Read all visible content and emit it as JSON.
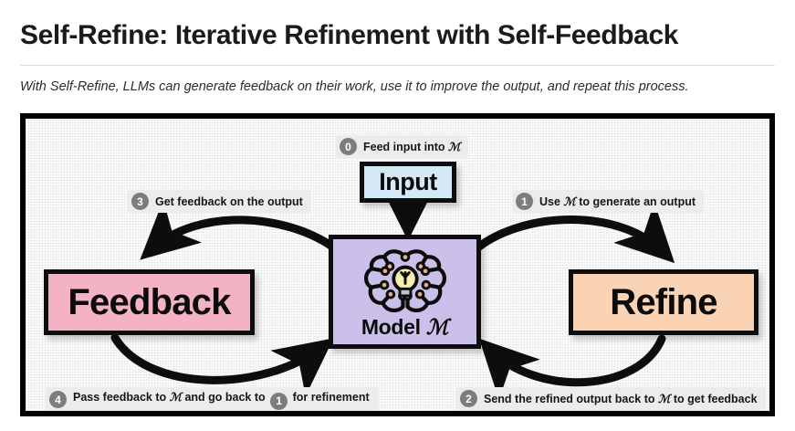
{
  "header": {
    "title": "Self-Refine: Iterative Refinement with Self-Feedback",
    "subtitle": "With Self-Refine, LLMs can generate feedback on their work, use it to improve the output, and repeat this process."
  },
  "diagram": {
    "nodes": {
      "input": {
        "label": "Input",
        "color": "#d5e8f5"
      },
      "model": {
        "label_prefix": "Model",
        "label_symbol": "ℳ",
        "color": "#cbc0ea",
        "icon": "brain-circuit-lightbulb-icon"
      },
      "feedback": {
        "label": "Feedback",
        "color": "#f4b3c5"
      },
      "refine": {
        "label": "Refine",
        "color": "#f9d3b4"
      }
    },
    "steps": [
      {
        "number": "0",
        "text_before": "Feed input into ",
        "symbol": "ℳ",
        "text_after": ""
      },
      {
        "number": "1",
        "text_before": "Use ",
        "symbol": "ℳ",
        "text_after": " to generate an output"
      },
      {
        "number": "2",
        "text_before": "Send the refined output back to ",
        "symbol": "ℳ",
        "text_after": " to get feedback"
      },
      {
        "number": "3",
        "text_before": "Get feedback on the output",
        "symbol": "",
        "text_after": ""
      },
      {
        "number": "4",
        "text_before": "Pass feedback to ",
        "symbol": "ℳ",
        "text_after": " and go back to ",
        "inline_badge": "1",
        "text_end": " for refinement"
      }
    ],
    "arrows": [
      {
        "name": "input-to-model",
        "from": "Input",
        "to": "Model"
      },
      {
        "name": "model-to-feedback",
        "from": "Model",
        "to": "Feedback"
      },
      {
        "name": "feedback-to-model",
        "from": "Feedback",
        "to": "Model"
      },
      {
        "name": "model-to-refine",
        "from": "Model",
        "to": "Refine"
      },
      {
        "name": "refine-to-model",
        "from": "Refine",
        "to": "Model"
      }
    ],
    "frame_color": "#000000",
    "background_color": "#fcfcfd"
  }
}
